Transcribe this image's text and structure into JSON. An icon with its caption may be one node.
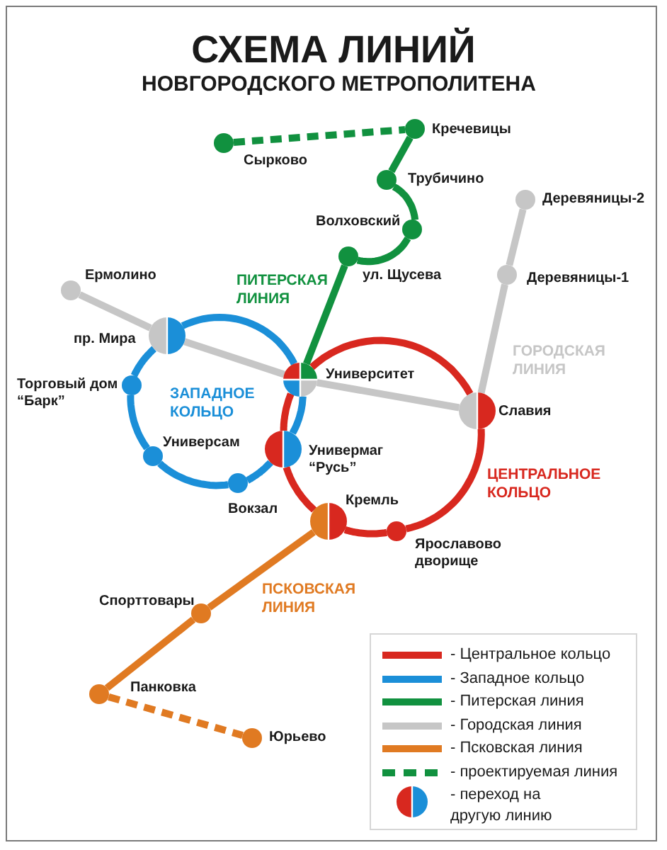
{
  "diagram": {
    "title": "СХЕМА ЛИНИЙ",
    "nodes": [
      {
        "text": [],
        "shape": "circle",
        "beside": [
          "Сырково"
        ]
      },
      {
        "text": [],
        "shape": "circle",
        "beside": [
          "Кречевицы"
        ]
      },
      {
        "text": [],
        "shape": "circle",
        "beside": [
          "Трубичино"
        ]
      },
      {
        "text": [],
        "shape": "circle",
        "beside": [
          "Волховский"
        ]
      },
      {
        "text": [],
        "shape": "circle",
        "beside": [
          "ул. Щусева"
        ]
      },
      {
        "text": [],
        "shape": "circle",
        "beside": [
          "Деревяницы-2"
        ]
      },
      {
        "text": [],
        "shape": "circle",
        "beside": [
          "Деревяницы-1"
        ]
      },
      {
        "text": [],
        "shape": "circle",
        "beside": [
          "Ермолино"
        ]
      },
      {
        "text": [],
        "shape": "circle",
        "beside": [
          "пр. Мира"
        ]
      },
      {
        "text": [],
        "shape": "circle",
        "beside": [
          "Торговый дом “Барк”"
        ]
      },
      {
        "text": [],
        "shape": "circle",
        "beside": [
          "Универсам"
        ]
      },
      {
        "text": [],
        "shape": "circle",
        "beside": [
          "Вокзал"
        ]
      },
      {
        "text": [],
        "shape": "circle",
        "beside": [
          "Университет"
        ]
      },
      {
        "text": [],
        "shape": "circle",
        "beside": [
          "Универмаг “Русь”"
        ]
      },
      {
        "text": [],
        "shape": "circle",
        "beside": [
          "Славия"
        ]
      },
      {
        "text": [],
        "shape": "circle",
        "beside": [
          "Кремль"
        ]
      },
      {
        "text": [],
        "shape": "circle",
        "beside": [
          "Ярославово дворище"
        ]
      },
      {
        "text": [],
        "shape": "circle",
        "beside": [
          "Спорттовары"
        ]
      },
      {
        "text": [],
        "shape": "circle",
        "beside": [
          "Панковка"
        ]
      },
      {
        "text": [],
        "shape": "circle",
        "beside": [
          "Юрьево"
        ]
      }
    ],
    "edges": [
      {
        "from": 12,
        "to": 14,
        "arrow": "none",
        "color": "#d8281f"
      },
      {
        "from": 14,
        "to": 16,
        "arrow": "none",
        "color": "#d8281f"
      },
      {
        "from": 16,
        "to": 15,
        "arrow": "none",
        "color": "#d8281f"
      },
      {
        "from": 15,
        "to": 13,
        "arrow": "none",
        "color": "#d8281f"
      },
      {
        "from": 13,
        "to": 12,
        "arrow": "none",
        "color": "#d8281f"
      },
      {
        "from": 0,
        "to": 1,
        "arrow": "none",
        "style": "dashed",
        "color": "#11913f"
      },
      {
        "from": 1,
        "to": 2,
        "arrow": "none",
        "color": "#11913f"
      },
      {
        "from": 2,
        "to": 3,
        "arrow": "none",
        "color": "#11913f"
      },
      {
        "from": 3,
        "to": 4,
        "arrow": "none",
        "color": "#11913f"
      },
      {
        "from": 4,
        "to": 12,
        "arrow": "none",
        "color": "#11913f"
      },
      {
        "from": 5,
        "to": 6,
        "arrow": "none",
        "color": "#c6c6c6"
      },
      {
        "from": 6,
        "to": 14,
        "arrow": "none",
        "color": "#c6c6c6"
      },
      {
        "from": 7,
        "to": 8,
        "arrow": "none",
        "color": "#c6c6c6"
      },
      {
        "from": 8,
        "to": 12,
        "arrow": "none",
        "color": "#c6c6c6"
      },
      {
        "from": 12,
        "to": 14,
        "arrow": "none",
        "color": "#c6c6c6"
      },
      {
        "from": 8,
        "to": 9,
        "arrow": "none",
        "color": "#1b8fd8"
      },
      {
        "from": 9,
        "to": 10,
        "arrow": "none",
        "color": "#1b8fd8"
      },
      {
        "from": 10,
        "to": 11,
        "arrow": "none",
        "color": "#1b8fd8"
      },
      {
        "from": 11,
        "to": 13,
        "arrow": "none",
        "color": "#1b8fd8"
      },
      {
        "from": 13,
        "to": 12,
        "arrow": "none",
        "color": "#1b8fd8"
      },
      {
        "from": 12,
        "to": 8,
        "arrow": "none",
        "color": "#1b8fd8"
      },
      {
        "from": 15,
        "to": 17,
        "arrow": "none",
        "color": "#e07a22"
      },
      {
        "from": 17,
        "to": 18,
        "arrow": "none",
        "color": "#e07a22"
      },
      {
        "from": 18,
        "to": 19,
        "arrow": "none",
        "style": "dashed",
        "color": "#e07a22"
      }
    ],
    "labels": [
      "НОВГОРОДСКОГО МЕТРОПОЛИТЕНА",
      "ПИТЕРСКАЯ ЛИНИЯ",
      "ЗАПАДНОЕ КОЛЬЦО",
      "ГОРОДСКАЯ ЛИНИЯ",
      "ЦЕНТРАЛЬНОЕ КОЛЬЦО",
      "ПСКОВСКАЯ ЛИНИЯ"
    ],
    "legend": [
      {
        "text": "- Центральное кольцо",
        "color": "#d8281f"
      },
      {
        "text": "- Западное кольцо",
        "color": "#1b8fd8"
      },
      {
        "text": "- Питерская линия",
        "color": "#11913f"
      },
      {
        "text": "- Городская линия",
        "color": "#c6c6c6"
      },
      {
        "text": "- Псковская линия",
        "color": "#e07a22"
      },
      {
        "text": "- проектируемая линия"
      },
      {
        "text": "- переход на другую линию"
      }
    ]
  }
}
